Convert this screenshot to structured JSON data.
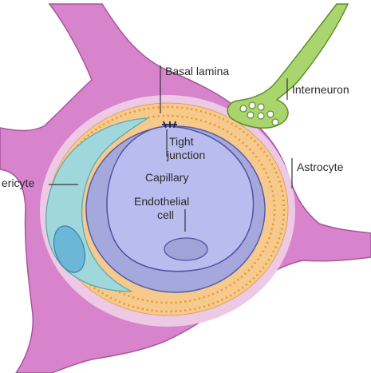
{
  "labels": {
    "basal_lamina": "Basal lamina",
    "interneuron": "Interneuron",
    "tight": "Tight",
    "junction": "junction",
    "capillary": "Capillary",
    "astrocyte": "Astrocyte",
    "pericyte": "ericyte",
    "endothelial": "Endothelial",
    "cell": "cell"
  },
  "colors": {
    "astrocyte": "#d884cd",
    "astrocyte_edge": "#a7559b",
    "interneuron": "#a9d46e",
    "interneuron_edge": "#5c8f2b",
    "basal_lamina_band": "#f6c98c",
    "basal_lamina_dots": "#e8952a",
    "pericyte": "#9fd7dd",
    "pericyte_nucleus": "#6cb6d8",
    "endothelium_outer": "#a4a8dc",
    "lumen": "#b8bcef",
    "endothelial_nucleus": "#9ea3d8"
  }
}
